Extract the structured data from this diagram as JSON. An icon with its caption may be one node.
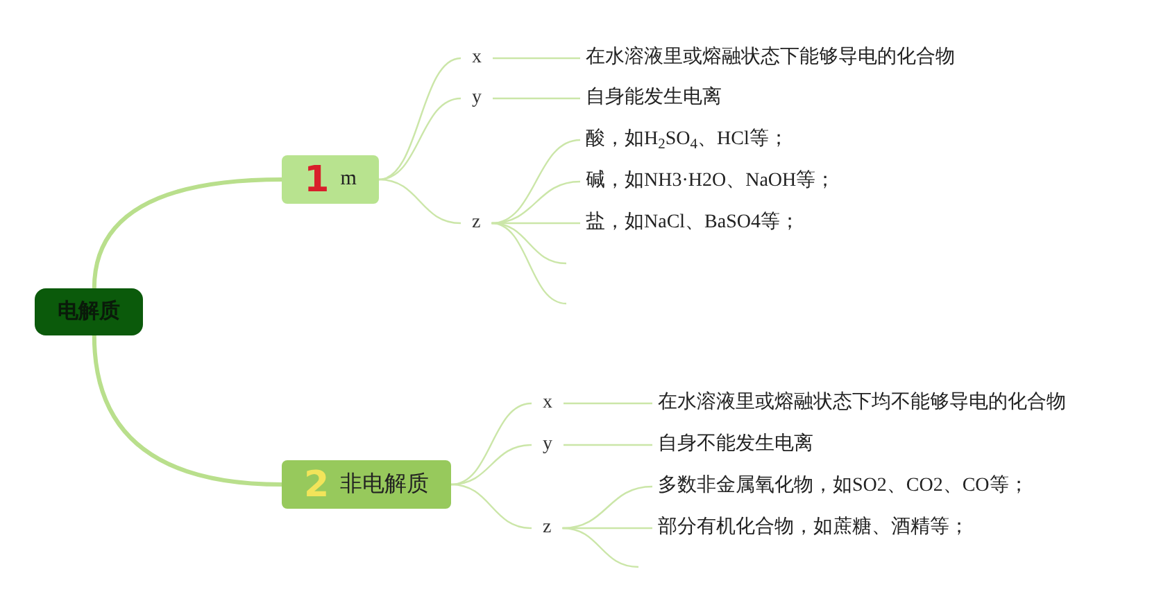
{
  "diagram": {
    "nodes": [
      {
        "text": [
          "电解质"
        ]
      },
      {
        "text": [
          "1",
          "m"
        ]
      },
      {
        "text": [
          "x"
        ]
      },
      {
        "text": [
          "在水溶液里或熔融状态下能够导电的化合物"
        ]
      },
      {
        "text": [
          "y"
        ]
      },
      {
        "text": [
          "自身能发生电离"
        ]
      },
      {
        "text": [
          "z"
        ]
      },
      {
        "text": [
          "酸，如H$_{2}$SO$_{4}$、HCl等；"
        ]
      },
      {
        "text": [
          "碱，如NH3·H2O、NaOH等；"
        ]
      },
      {
        "text": [
          "盐，如NaCl、BaSO4等；"
        ]
      },
      {
        "text": [
          "2",
          "非电解质"
        ]
      },
      {
        "text": [
          "x"
        ]
      },
      {
        "text": [
          "在水溶液里或熔融状态下均不能够导电的化合物"
        ]
      },
      {
        "text": [
          "y"
        ]
      },
      {
        "text": [
          "自身不能发生电离"
        ]
      },
      {
        "text": [
          "z"
        ]
      },
      {
        "text": [
          "多数非金属氧化物，如SO2、CO2、CO等；"
        ]
      },
      {
        "text": [
          "部分有机化合物，如蔗糖、酒精等；"
        ]
      }
    ],
    "edges": [
      {
        "from": 0,
        "to": 1,
        "arrow": "none",
        "style": "thick"
      },
      {
        "from": 0,
        "to": 10,
        "arrow": "none",
        "style": "thick"
      },
      {
        "from": 1,
        "to": 2,
        "arrow": "none"
      },
      {
        "from": 1,
        "to": 4,
        "arrow": "none"
      },
      {
        "from": 1,
        "to": 6,
        "arrow": "none"
      },
      {
        "from": 2,
        "to": 3,
        "arrow": "none"
      },
      {
        "from": 4,
        "to": 5,
        "arrow": "none"
      },
      {
        "from": 6,
        "to": 7,
        "arrow": "none"
      },
      {
        "from": 6,
        "to": 8,
        "arrow": "none"
      },
      {
        "from": 6,
        "to": 9,
        "arrow": "none"
      },
      {
        "from": 6,
        "to": null,
        "arrow": "none"
      },
      {
        "from": 6,
        "to": null,
        "arrow": "none"
      },
      {
        "from": 10,
        "to": 11,
        "arrow": "none"
      },
      {
        "from": 10,
        "to": 13,
        "arrow": "none"
      },
      {
        "from": 10,
        "to": 15,
        "arrow": "none"
      },
      {
        "from": 11,
        "to": 12,
        "arrow": "none"
      },
      {
        "from": 13,
        "to": 14,
        "arrow": "none"
      },
      {
        "from": 15,
        "to": 16,
        "arrow": "none"
      },
      {
        "from": 15,
        "to": 17,
        "arrow": "none"
      },
      {
        "from": 15,
        "to": null,
        "arrow": "none"
      }
    ]
  }
}
